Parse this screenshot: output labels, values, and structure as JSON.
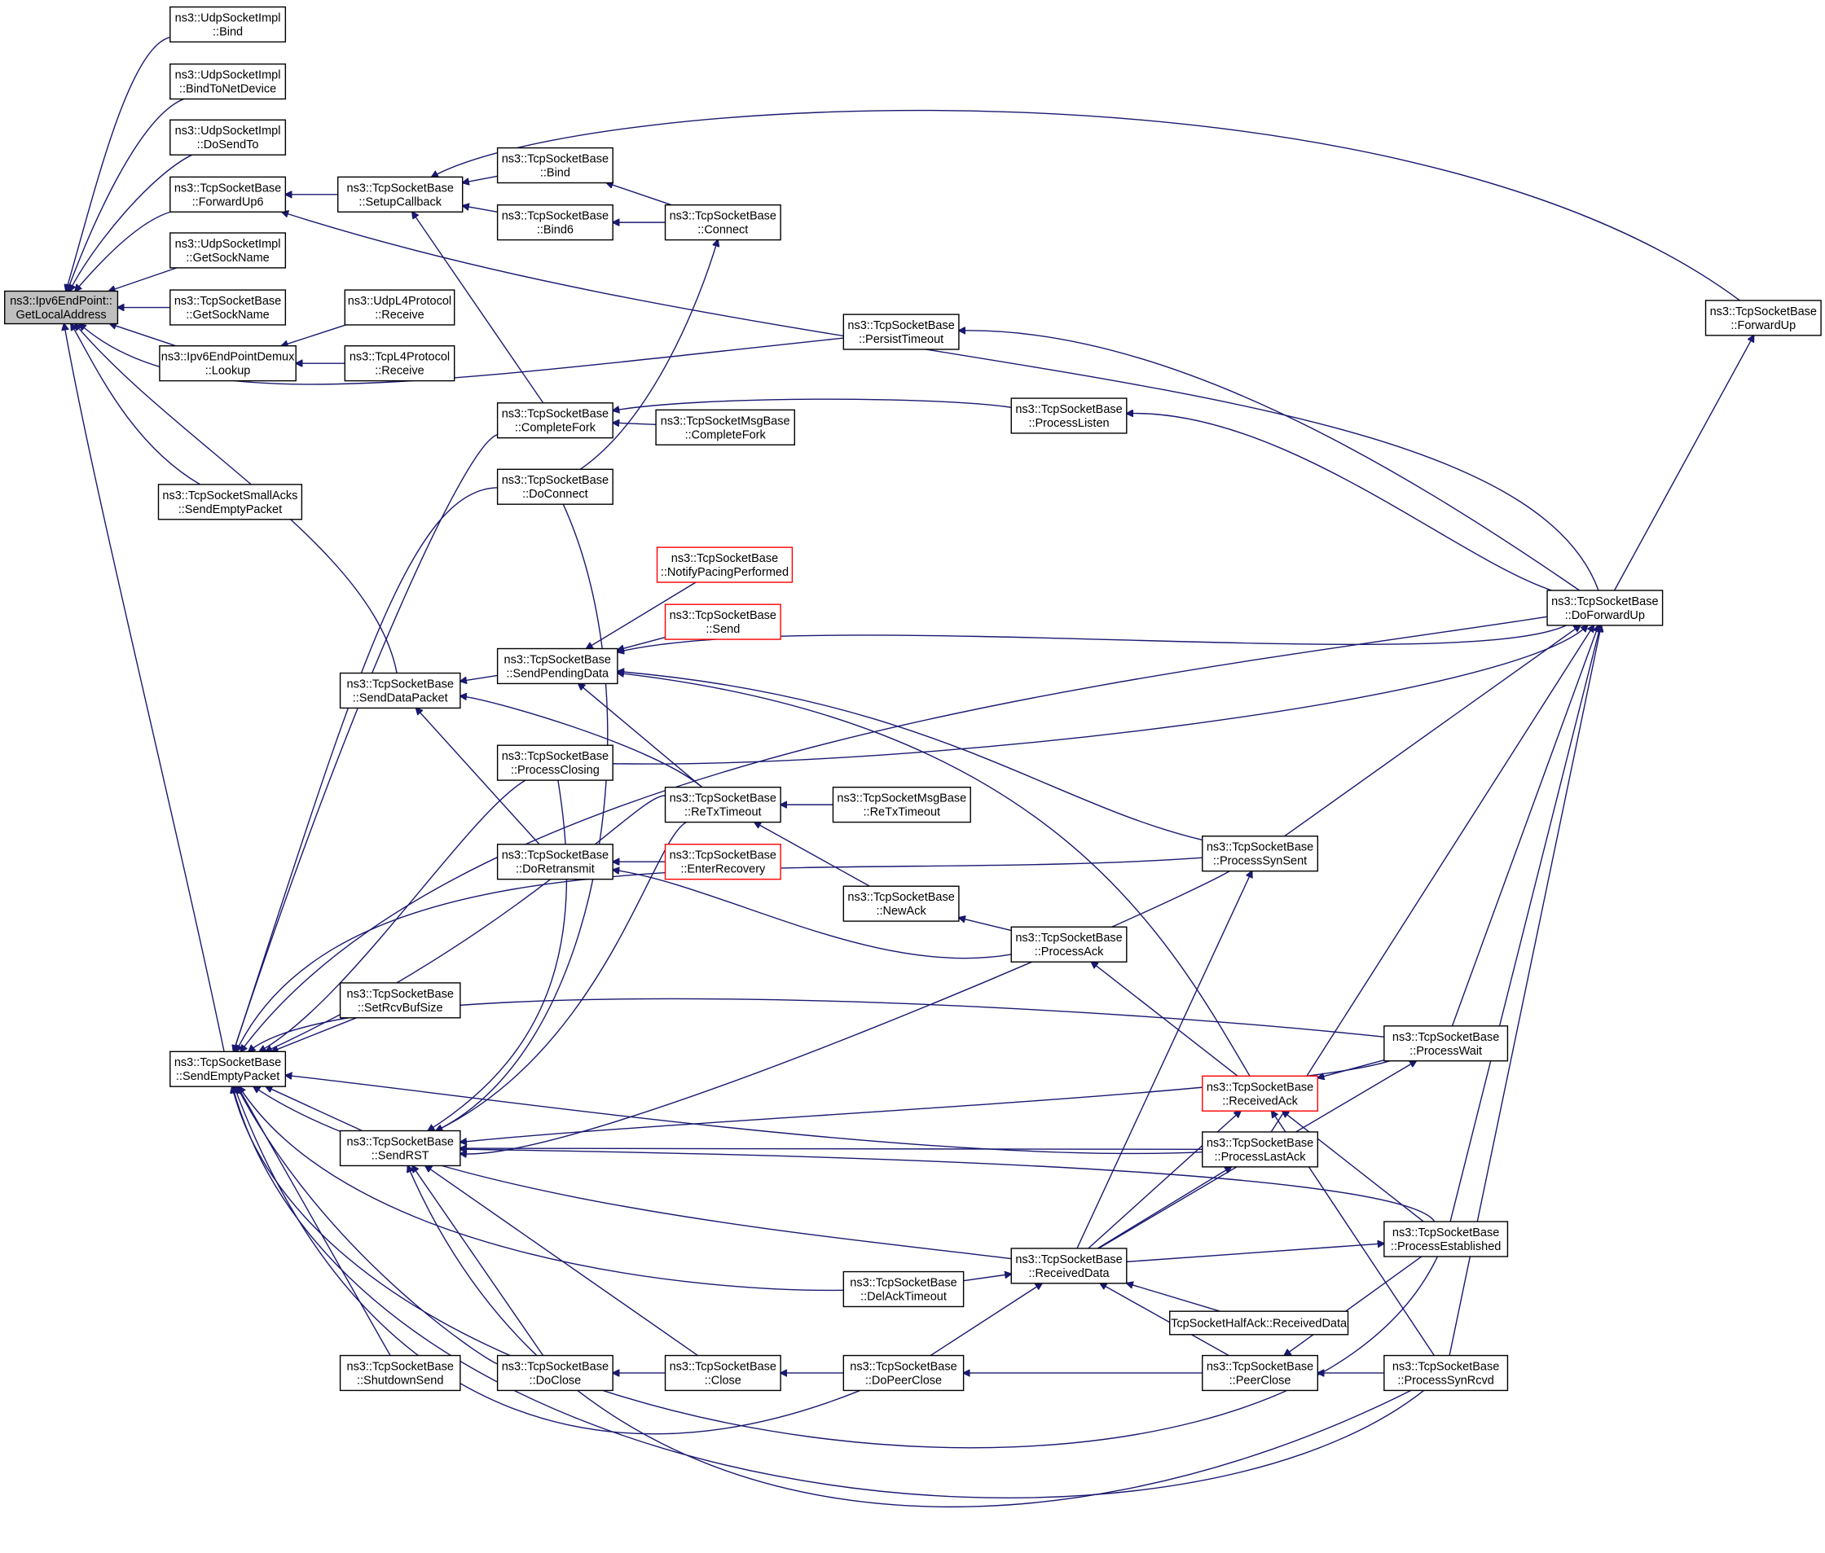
{
  "nodes": [
    {
      "id": "root",
      "l1": "ns3::Ipv6EndPoint::",
      "l2": "GetLocalAddress",
      "kind": "root"
    },
    {
      "id": "udp_bind",
      "l1": "ns3::UdpSocketImpl",
      "l2": "::Bind"
    },
    {
      "id": "udp_bindnd",
      "l1": "ns3::UdpSocketImpl",
      "l2": "::BindToNetDevice"
    },
    {
      "id": "udp_dosendto",
      "l1": "ns3::UdpSocketImpl",
      "l2": "::DoSendTo"
    },
    {
      "id": "tcp_fwdup6",
      "l1": "ns3::TcpSocketBase",
      "l2": "::ForwardUp6"
    },
    {
      "id": "udp_getsock",
      "l1": "ns3::UdpSocketImpl",
      "l2": "::GetSockName"
    },
    {
      "id": "tcp_getsock",
      "l1": "ns3::TcpSocketBase",
      "l2": "::GetSockName"
    },
    {
      "id": "demux_lookup",
      "l1": "ns3::Ipv6EndPointDemux",
      "l2": "::Lookup"
    },
    {
      "id": "smallacks",
      "l1": "ns3::TcpSocketSmallAcks",
      "l2": "::SendEmptyPacket"
    },
    {
      "id": "setupcb",
      "l1": "ns3::TcpSocketBase",
      "l2": "::SetupCallback"
    },
    {
      "id": "udpl4_recv",
      "l1": "ns3::UdpL4Protocol",
      "l2": "::Receive"
    },
    {
      "id": "tcpl4_recv",
      "l1": "ns3::TcpL4Protocol",
      "l2": "::Receive"
    },
    {
      "id": "tcp_bind",
      "l1": "ns3::TcpSocketBase",
      "l2": "::Bind"
    },
    {
      "id": "tcp_bind6",
      "l1": "ns3::TcpSocketBase",
      "l2": "::Bind6"
    },
    {
      "id": "tcp_connect",
      "l1": "ns3::TcpSocketBase",
      "l2": "::Connect"
    },
    {
      "id": "persist",
      "l1": "ns3::TcpSocketBase",
      "l2": "::PersistTimeout"
    },
    {
      "id": "fwdup",
      "l1": "ns3::TcpSocketBase",
      "l2": "::ForwardUp"
    },
    {
      "id": "completefork",
      "l1": "ns3::TcpSocketBase",
      "l2": "::CompleteFork"
    },
    {
      "id": "msg_completefork",
      "l1": "ns3::TcpSocketMsgBase",
      "l2": "::CompleteFork"
    },
    {
      "id": "proclisten",
      "l1": "ns3::TcpSocketBase",
      "l2": "::ProcessListen"
    },
    {
      "id": "doconnect",
      "l1": "ns3::TcpSocketBase",
      "l2": "::DoConnect"
    },
    {
      "id": "notifypacing",
      "l1": "ns3::TcpSocketBase",
      "l2": "::NotifyPacingPerformed",
      "kind": "red"
    },
    {
      "id": "send",
      "l1": "ns3::TcpSocketBase",
      "l2": "::Send",
      "kind": "red"
    },
    {
      "id": "doforwardup",
      "l1": "ns3::TcpSocketBase",
      "l2": "::DoForwardUp"
    },
    {
      "id": "senddata",
      "l1": "ns3::TcpSocketBase",
      "l2": "::SendDataPacket"
    },
    {
      "id": "sendpending",
      "l1": "ns3::TcpSocketBase",
      "l2": "::SendPendingData"
    },
    {
      "id": "procclosing",
      "l1": "ns3::TcpSocketBase",
      "l2": "::ProcessClosing"
    },
    {
      "id": "retx",
      "l1": "ns3::TcpSocketBase",
      "l2": "::ReTxTimeout"
    },
    {
      "id": "msg_retx",
      "l1": "ns3::TcpSocketMsgBase",
      "l2": "::ReTxTimeout"
    },
    {
      "id": "doretransmit",
      "l1": "ns3::TcpSocketBase",
      "l2": "::DoRetransmit"
    },
    {
      "id": "enterrecovery",
      "l1": "ns3::TcpSocketBase",
      "l2": "::EnterRecovery",
      "kind": "red"
    },
    {
      "id": "procsynsent",
      "l1": "ns3::TcpSocketBase",
      "l2": "::ProcessSynSent"
    },
    {
      "id": "newack",
      "l1": "ns3::TcpSocketBase",
      "l2": "::NewAck"
    },
    {
      "id": "procack",
      "l1": "ns3::TcpSocketBase",
      "l2": "::ProcessAck"
    },
    {
      "id": "setrcvbuf",
      "l1": "ns3::TcpSocketBase",
      "l2": "::SetRcvBufSize"
    },
    {
      "id": "sendempty",
      "l1": "ns3::TcpSocketBase",
      "l2": "::SendEmptyPacket"
    },
    {
      "id": "procwait",
      "l1": "ns3::TcpSocketBase",
      "l2": "::ProcessWait"
    },
    {
      "id": "recvack",
      "l1": "ns3::TcpSocketBase",
      "l2": "::ReceivedAck",
      "kind": "red"
    },
    {
      "id": "sendrst",
      "l1": "ns3::TcpSocketBase",
      "l2": "::SendRST"
    },
    {
      "id": "proclastack",
      "l1": "ns3::TcpSocketBase",
      "l2": "::ProcessLastAck"
    },
    {
      "id": "procestab",
      "l1": "ns3::TcpSocketBase",
      "l2": "::ProcessEstablished"
    },
    {
      "id": "recvdata",
      "l1": "ns3::TcpSocketBase",
      "l2": "::ReceivedData"
    },
    {
      "id": "delack",
      "l1": "ns3::TcpSocketBase",
      "l2": "::DelAckTimeout"
    },
    {
      "id": "halfack",
      "l1": "TcpSocketHalfAck::ReceivedData",
      "l2": ""
    },
    {
      "id": "shutdown",
      "l1": "ns3::TcpSocketBase",
      "l2": "::ShutdownSend"
    },
    {
      "id": "doclose",
      "l1": "ns3::TcpSocketBase",
      "l2": "::DoClose"
    },
    {
      "id": "close",
      "l1": "ns3::TcpSocketBase",
      "l2": "::Close"
    },
    {
      "id": "dopeerclose",
      "l1": "ns3::TcpSocketBase",
      "l2": "::DoPeerClose"
    },
    {
      "id": "peerclose",
      "l1": "ns3::TcpSocketBase",
      "l2": "::PeerClose"
    },
    {
      "id": "procsynrcvd",
      "l1": "ns3::TcpSocketBase",
      "l2": "::ProcessSynRcvd"
    }
  ],
  "colors": {
    "edge": "#191970",
    "node_border": "#000000",
    "red_border": "#ff0000",
    "root_fill": "#bfbfbf"
  }
}
